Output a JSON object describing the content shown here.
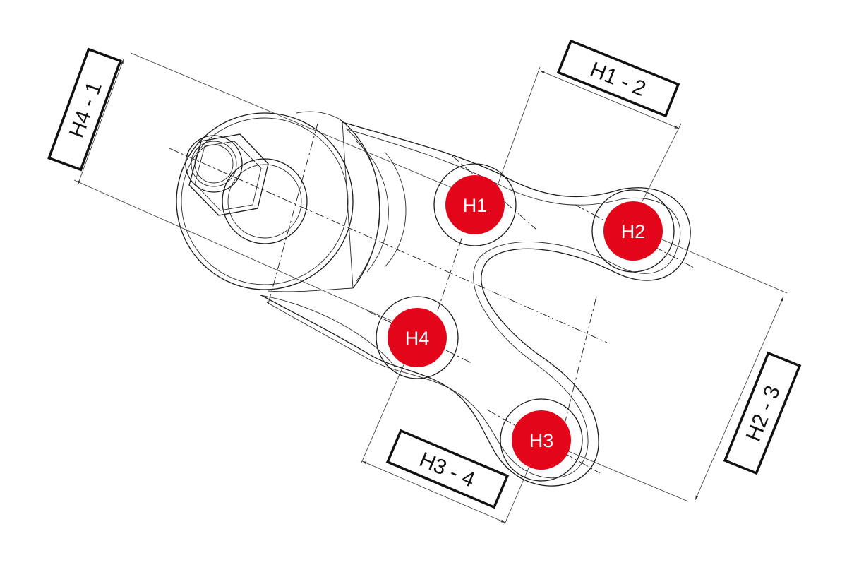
{
  "holes": [
    {
      "id": "H1",
      "label": "H1",
      "color": "#e3061b"
    },
    {
      "id": "H2",
      "label": "H2",
      "color": "#e3061b"
    },
    {
      "id": "H3",
      "label": "H3",
      "color": "#e3061b"
    },
    {
      "id": "H4",
      "label": "H4",
      "color": "#e3061b"
    }
  ],
  "dimensions": [
    {
      "id": "h1-h2",
      "label": "H1 - 2"
    },
    {
      "id": "h2-h3",
      "label": "H2 - 3"
    },
    {
      "id": "h3-h4",
      "label": "H3 - 4"
    },
    {
      "id": "h4-h1",
      "label": "H4 - 1"
    }
  ],
  "colors": {
    "accent": "#e3061b",
    "line": "#1a1a1a",
    "background": "#ffffff"
  }
}
